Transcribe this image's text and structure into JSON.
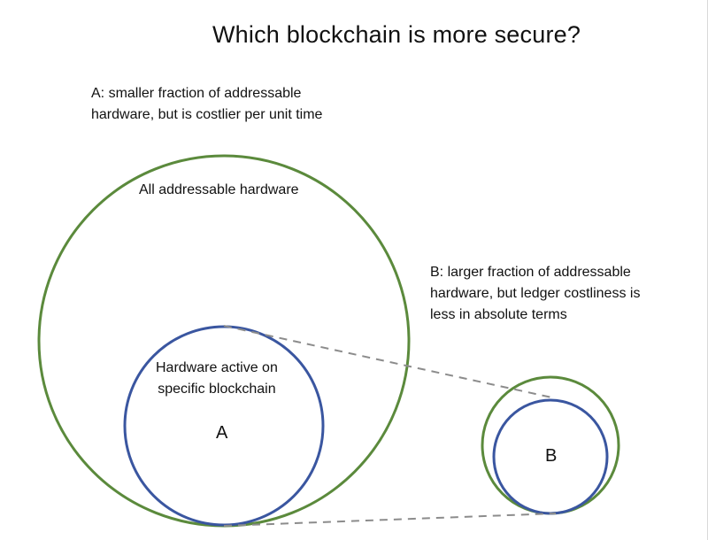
{
  "title": "Which blockchain is more secure?",
  "note_a": {
    "line1": "A: smaller fraction of addressable",
    "line2": "hardware, but is costlier per unit time"
  },
  "note_b": {
    "line1": "B: larger fraction of addressable",
    "line2": "hardware, but ledger costliness is",
    "line3": "less in absolute terms"
  },
  "labels": {
    "all_hardware": "All addressable hardware",
    "active_line1": "Hardware active on",
    "active_line2": "specific blockchain",
    "a": "A",
    "b": "B"
  },
  "colors": {
    "outer_circle": "#5b8a3c",
    "inner_circle": "#3a56a0",
    "connector": "#8c8c8c"
  }
}
